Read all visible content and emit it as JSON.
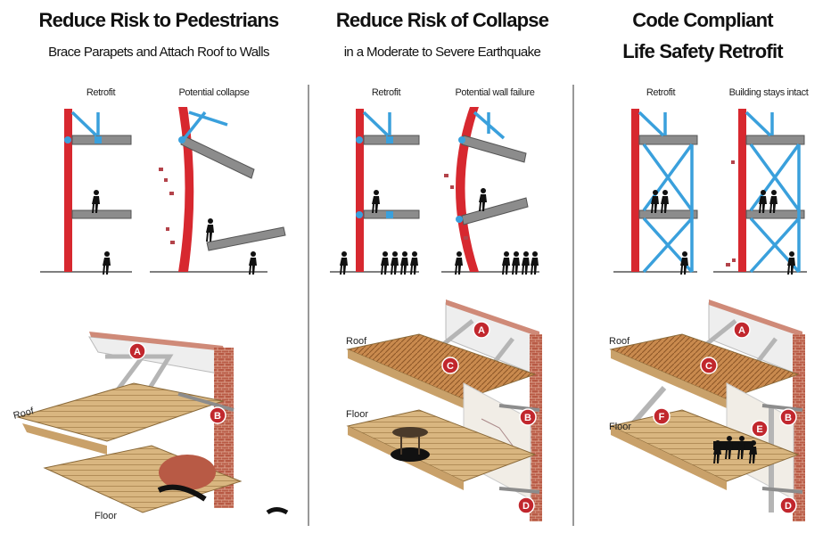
{
  "panels": [
    {
      "title": "Reduce Risk to Pedestrians",
      "subtitle": "Brace Parapets and Attach Roof to Walls",
      "left_label": "Retrofit",
      "right_label": "Potential collapse",
      "roof_label": "Roof",
      "floor_label": "Floor",
      "markers": [
        "A",
        "B"
      ]
    },
    {
      "title": "Reduce Risk of Collapse",
      "subtitle": "in a Moderate to Severe Earthquake",
      "left_label": "Retrofit",
      "right_label": "Potential wall failure",
      "roof_label": "Roof",
      "floor_label": "Floor",
      "markers": [
        "A",
        "C",
        "B",
        "D"
      ]
    },
    {
      "title": "Code Compliant",
      "subtitle": "Life Safety Retrofit",
      "left_label": "Retrofit",
      "right_label": "Building stays intact",
      "roof_label": "Roof",
      "floor_label": "Floor",
      "markers": [
        "A",
        "C",
        "F",
        "B",
        "E",
        "D"
      ]
    }
  ],
  "colors": {
    "wall": "#d7282f",
    "brace": "#3aa0dc",
    "beam": "#8c8c8c",
    "wood": "#d6b37a",
    "brick": "#b85a45",
    "marker": "#c1272d"
  }
}
